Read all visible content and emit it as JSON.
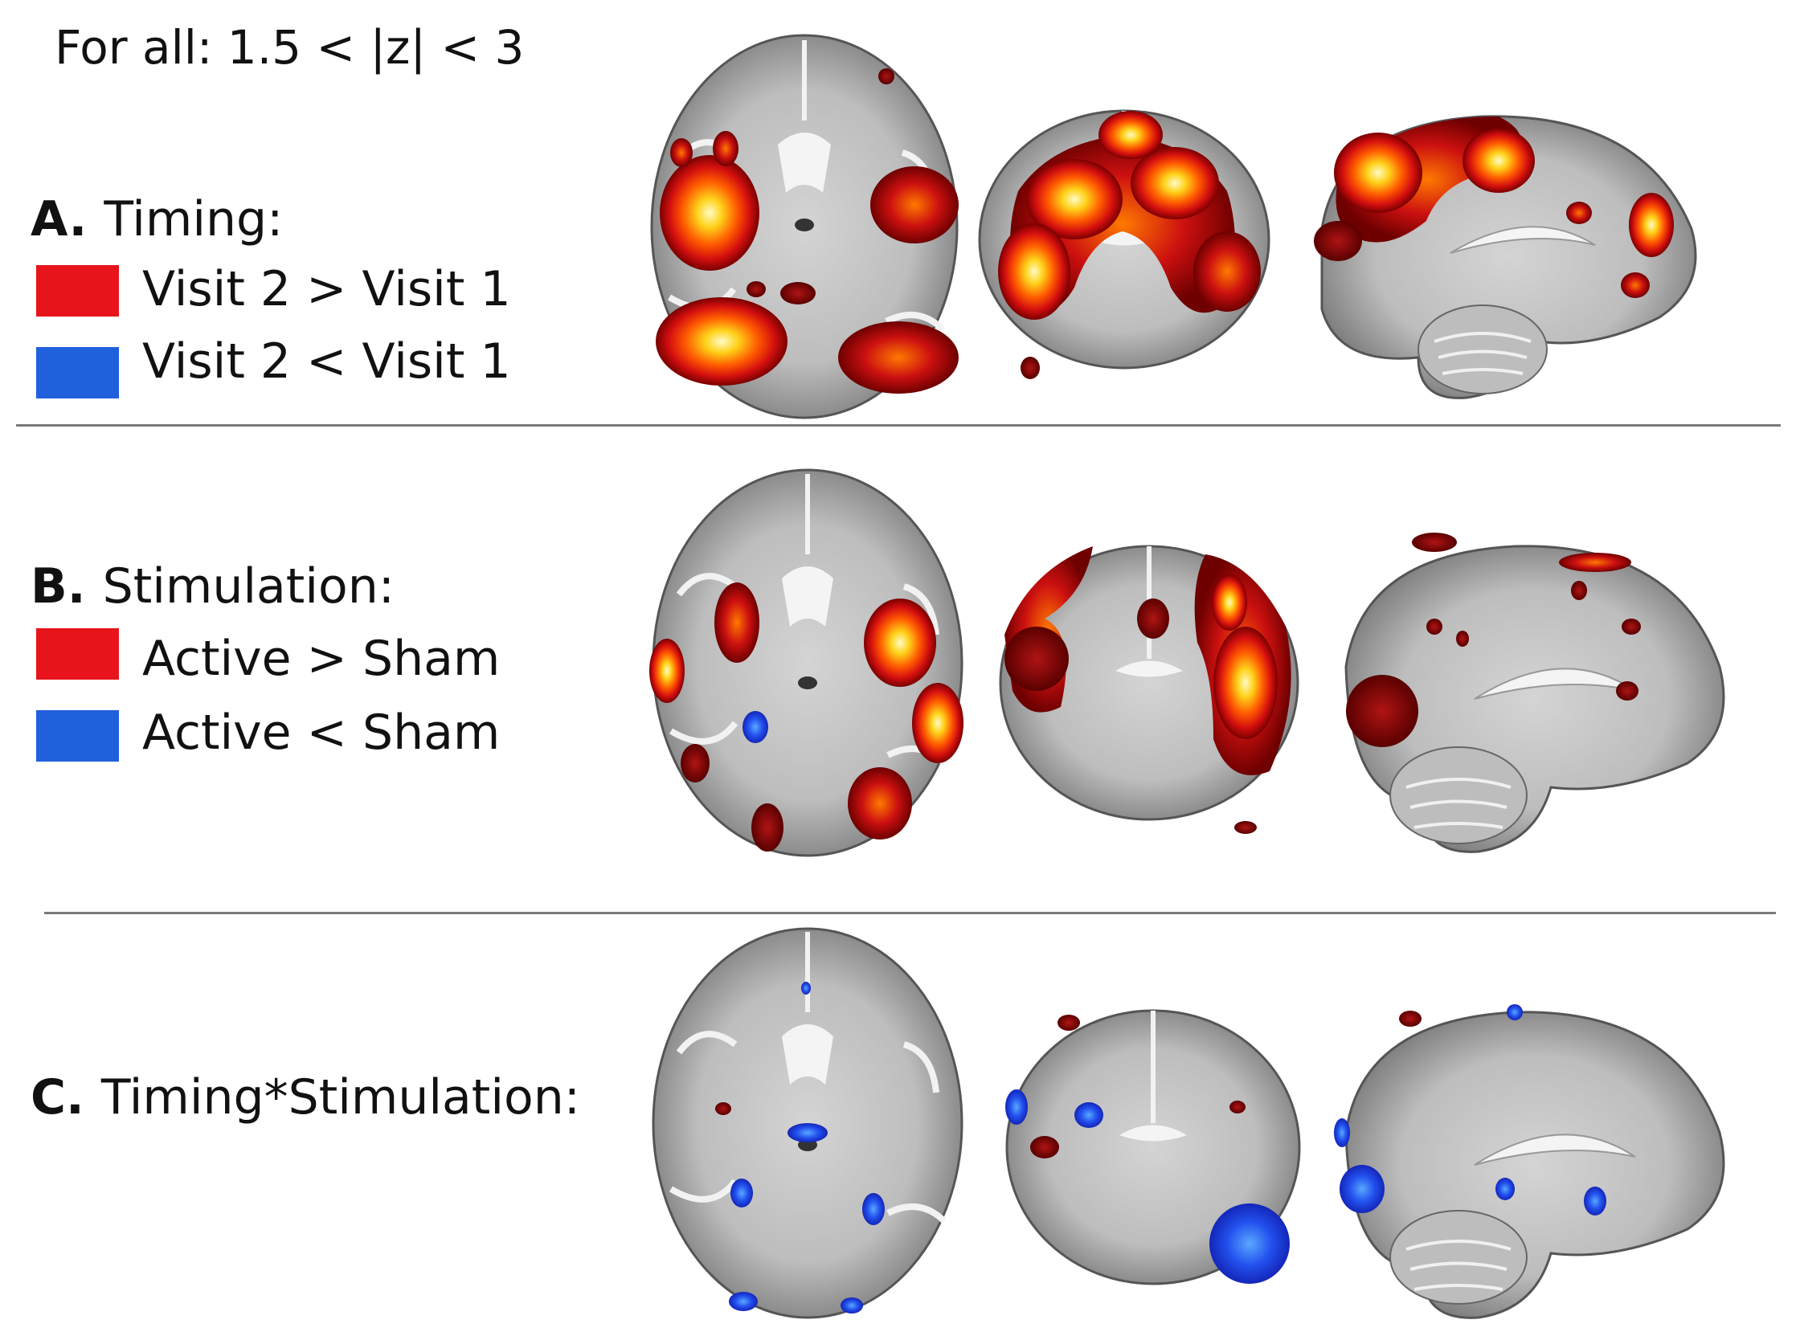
{
  "threshold_note": "For all: 1.5 < |z| < 3",
  "colors": {
    "positive": "#e8141b",
    "negative": "#2060dc",
    "hot_high": "#fff6a0",
    "hot_mid": "#ff8a00",
    "hot_low": "#8b0000",
    "cold": "#1a3fe0"
  },
  "panels": [
    {
      "letter": "A.",
      "title": "Timing:",
      "legend": [
        {
          "label": "Visit 2 > Visit 1",
          "color": "#e8141b"
        },
        {
          "label": "Visit 2 < Visit 1",
          "color": "#2060dc"
        }
      ],
      "views": [
        "axial",
        "coronal",
        "sagittal"
      ]
    },
    {
      "letter": "B.",
      "title": "Stimulation:",
      "legend": [
        {
          "label": "Active > Sham",
          "color": "#e8141b"
        },
        {
          "label": "Active < Sham",
          "color": "#2060dc"
        }
      ],
      "views": [
        "axial",
        "coronal",
        "sagittal"
      ]
    },
    {
      "letter": "C.",
      "title": "Timing*Stimulation:",
      "legend": [],
      "views": [
        "axial",
        "coronal",
        "sagittal"
      ]
    }
  ]
}
